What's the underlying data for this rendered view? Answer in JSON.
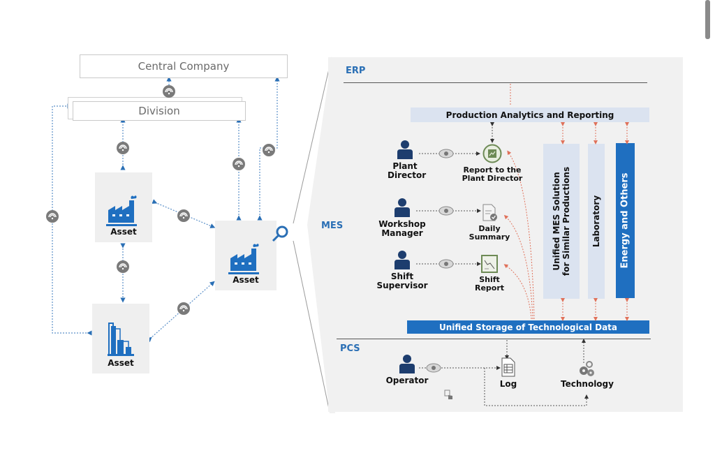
{
  "left": {
    "central_company": "Central Company",
    "division": "Division",
    "assets": [
      {
        "label": "Asset",
        "icon": "factory-icon"
      },
      {
        "label": "Asset",
        "icon": "refinery-icon"
      },
      {
        "label": "Asset",
        "icon": "factory-icon"
      }
    ]
  },
  "right": {
    "layers": {
      "erp": "ERP",
      "mes": "MES",
      "pcs": "PCS"
    },
    "analytics": "Production Analytics and Reporting",
    "storage": "Unified Storage of Technological Data",
    "columns": [
      {
        "label": "Unified MES Solution\nfor Similar Productions",
        "style": "light"
      },
      {
        "label": "Laboratory",
        "style": "light"
      },
      {
        "label": "Energy and Others",
        "style": "dark"
      }
    ],
    "roles": [
      {
        "name": "Plant\nDirector",
        "document": "Report to the\nPlant Director"
      },
      {
        "name": "Workshop\nManager",
        "document": "Daily\nSummary"
      },
      {
        "name": "Shift\nSupervisor",
        "document": "Shift\nReport"
      }
    ],
    "pcs": {
      "operator": "Operator",
      "log": "Log",
      "technology": "Technology"
    }
  },
  "colors": {
    "brand_blue": "#1f6fc0",
    "light_blue": "#dbe3f0",
    "accent_red": "#e0715a",
    "wifi_gray": "#7a7a7a",
    "navy": "#1d3d6e"
  }
}
